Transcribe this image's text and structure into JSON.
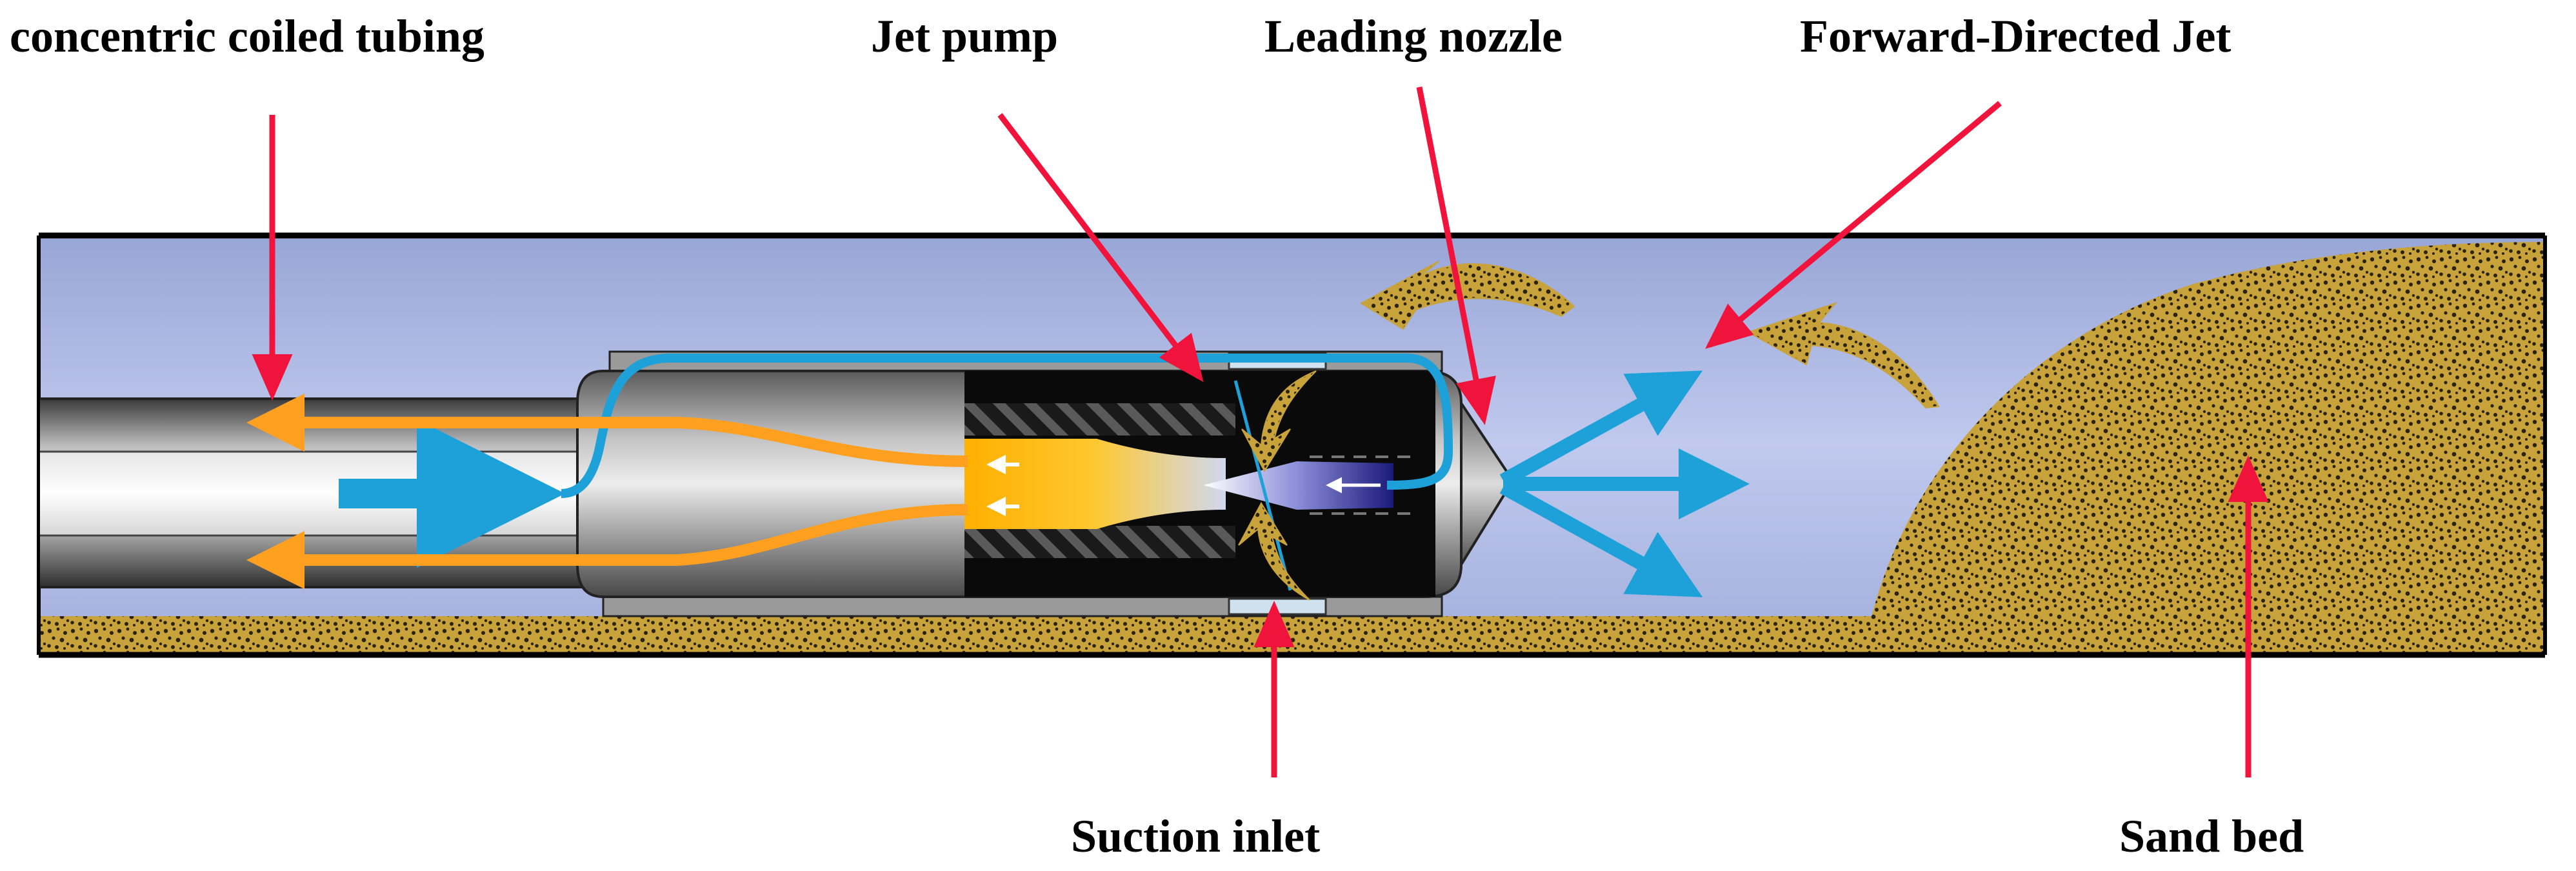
{
  "labels": {
    "coiled_tubing": "concentric coiled tubing",
    "jet_pump": "Jet pump",
    "leading_nozzle": "Leading nozzle",
    "forward_jet": "Forward-Directed Jet",
    "suction_inlet": "Suction inlet",
    "sand_bed": "Sand bed"
  },
  "colors": {
    "annulus_fluid": "#b3bfe6",
    "sand": "#c8a23a",
    "sand_speckle": "#2b2308",
    "power_fluid_blue": "#1ea0d8",
    "return_flow_orange": "#ffa020",
    "mixing_yellow": "#ffc400",
    "pointer_red": "#f0143c",
    "casing_outline": "#000000"
  },
  "icons": {
    "sand_swirl": "curved-sand-arrow-icon",
    "flow_arrow": "arrowhead-icon"
  }
}
